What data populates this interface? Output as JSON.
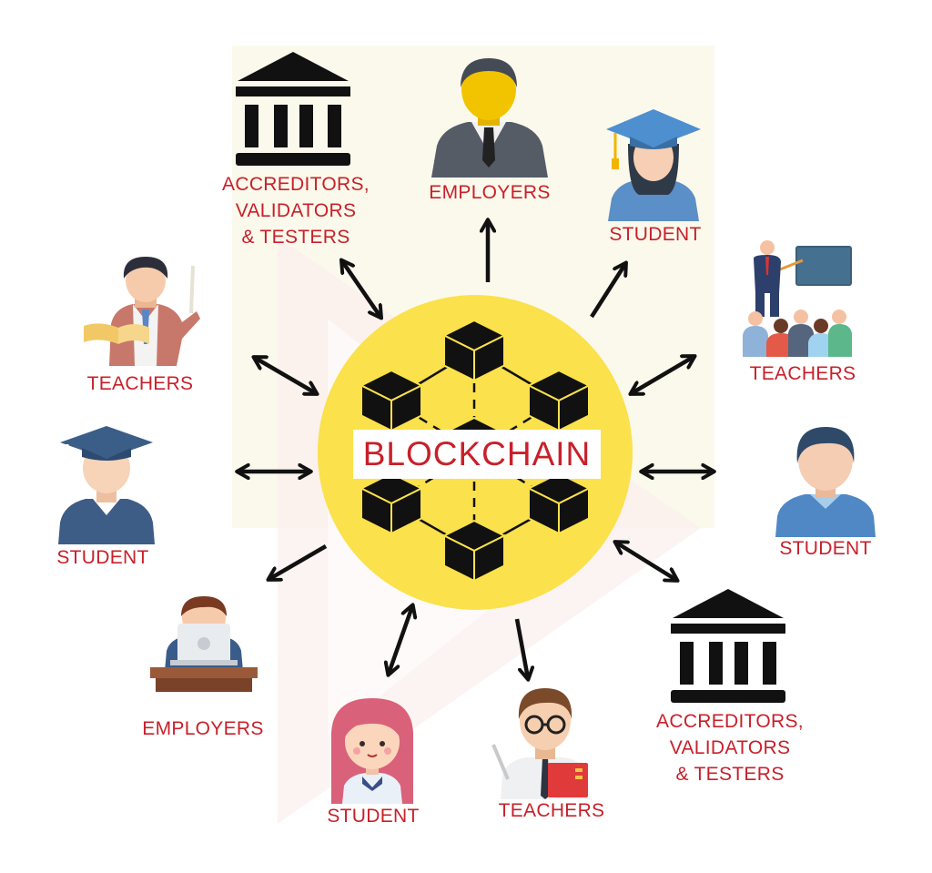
{
  "center": {
    "label": "BLOCKCHAIN",
    "circle_color": "#fbe14b",
    "block_color": "#111111"
  },
  "label_color": "#c8202a",
  "nodes": [
    {
      "id": "accreditors-top",
      "role": "accreditors",
      "icon": "institution-building-icon",
      "lines": [
        "ACCREDITORS,",
        "VALIDATORS",
        "& TESTERS"
      ],
      "arrow": "bidirectional"
    },
    {
      "id": "employers-top",
      "role": "employer",
      "icon": "businessman-icon",
      "lines": [
        "EMPLOYERS"
      ],
      "arrow": "outgoing"
    },
    {
      "id": "student-top-right",
      "role": "student",
      "icon": "graduate-student-icon",
      "lines": [
        "STUDENT"
      ],
      "arrow": "outgoing"
    },
    {
      "id": "teachers-right",
      "role": "teacher",
      "icon": "classroom-teacher-icon",
      "lines": [
        "TEACHERS"
      ],
      "arrow": "bidirectional"
    },
    {
      "id": "student-right",
      "role": "student",
      "icon": "student-avatar-icon",
      "lines": [
        "STUDENT"
      ],
      "arrow": "bidirectional"
    },
    {
      "id": "accreditors-bottom-right",
      "role": "accreditors",
      "icon": "institution-building-icon",
      "lines": [
        "ACCREDITORS,",
        "VALIDATORS",
        "& TESTERS"
      ],
      "arrow": "bidirectional"
    },
    {
      "id": "teachers-bottom",
      "role": "teacher",
      "icon": "teacher-with-book-icon",
      "lines": [
        "TEACHERS"
      ],
      "arrow": "outgoing"
    },
    {
      "id": "student-bottom",
      "role": "student",
      "icon": "girl-student-icon",
      "lines": [
        "STUDENT"
      ],
      "arrow": "bidirectional"
    },
    {
      "id": "employers-bottom-left",
      "role": "employer",
      "icon": "employer-at-laptop-icon",
      "lines": [
        "EMPLOYERS"
      ],
      "arrow": "outgoing"
    },
    {
      "id": "student-left",
      "role": "student",
      "icon": "graduate-student-icon",
      "lines": [
        "STUDENT"
      ],
      "arrow": "bidirectional"
    },
    {
      "id": "teachers-top-left",
      "role": "teacher",
      "icon": "teacher-with-pointer-icon",
      "lines": [
        "TEACHERS"
      ],
      "arrow": "bidirectional"
    }
  ]
}
